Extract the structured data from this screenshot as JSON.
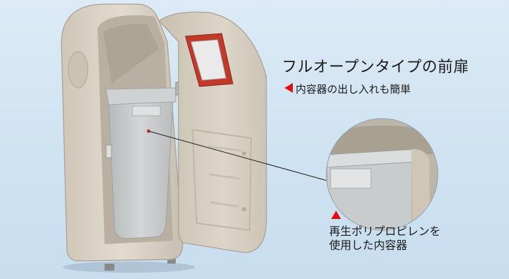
{
  "headline": "フルオープンタイプの前扉",
  "subheadline": "内容器の出し入れも簡単",
  "callout": {
    "line1": "再生ポリプロピレンを",
    "line2": "使用した内容器"
  },
  "colors": {
    "background": "#d4e6f3",
    "bin_body": "#d9d1c4",
    "inner_container": "#c8cbcb",
    "door_window_frame": "#c0392b",
    "accent_triangle": "#e01010"
  },
  "icons": {
    "left_marker": "red-left-triangle",
    "up_marker": "red-up-triangle"
  }
}
